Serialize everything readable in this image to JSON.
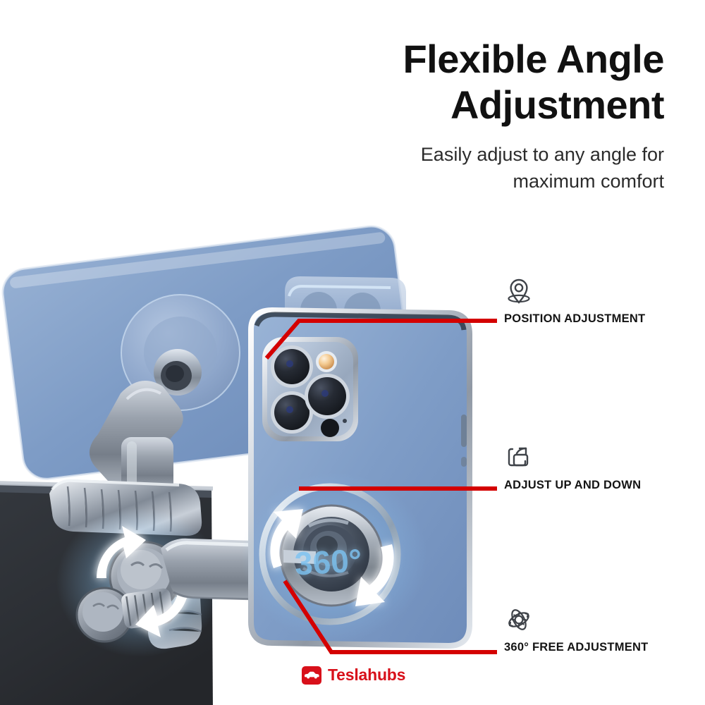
{
  "header": {
    "title_line1": "Flexible Angle",
    "title_line2": "Adjustment",
    "subtitle_line1": "Easily adjust to any angle for",
    "subtitle_line2": "maximum comfort"
  },
  "callouts": [
    {
      "label": "POSITION ADJUSTMENT",
      "icon": "location-pin-icon"
    },
    {
      "label": "ADJUST UP AND DOWN",
      "icon": "move-frame-icon"
    },
    {
      "label": "360° FREE ADJUSTMENT",
      "icon": "rotate-gear-icon"
    }
  ],
  "product": {
    "rotation_badge": "360°"
  },
  "brand": {
    "name": "Teslahubs",
    "mark_icon": "car-icon"
  },
  "colors": {
    "accent_red": "#d40000",
    "brand_red": "#d8101a",
    "phone_blue": "#7c9ac4",
    "badge_blue": "#7fc4f2",
    "screen_dark": "#2d3035",
    "text_dark": "#111111",
    "background": "#ffffff"
  }
}
